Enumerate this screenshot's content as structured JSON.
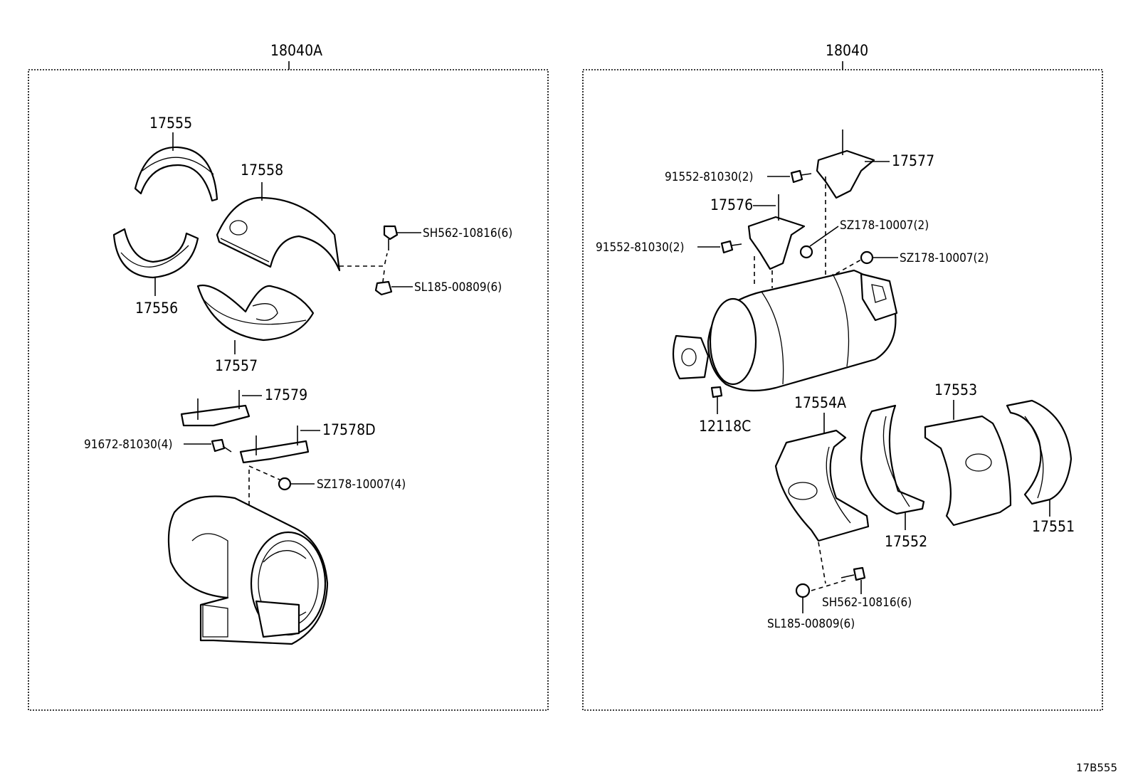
{
  "left_panel": {
    "title": "18040A",
    "labels": {
      "p17555": "17555",
      "p17558": "17558",
      "p17556": "17556",
      "p17557": "17557",
      "sh562": "SH562-10816(6)",
      "sl185": "SL185-00809(6)",
      "p17579": "17579",
      "p17578d": "17578D",
      "p91672": "91672-81030(4)",
      "sz178": "SZ178-10007(4)"
    }
  },
  "right_panel": {
    "title": "18040",
    "labels": {
      "p91552a": "91552-81030(2)",
      "p17577": "17577",
      "p17576": "17576",
      "sz178a": "SZ178-10007(2)",
      "p91552b": "91552-81030(2)",
      "sz178b": "SZ178-10007(2)",
      "p12118c": "12118C",
      "p17554a": "17554A",
      "p17553": "17553",
      "p17552": "17552",
      "p17551": "17551",
      "sh562": "SH562-10816(6)",
      "sl185": "SL185-00809(6)"
    }
  },
  "reference_code": "17B555"
}
